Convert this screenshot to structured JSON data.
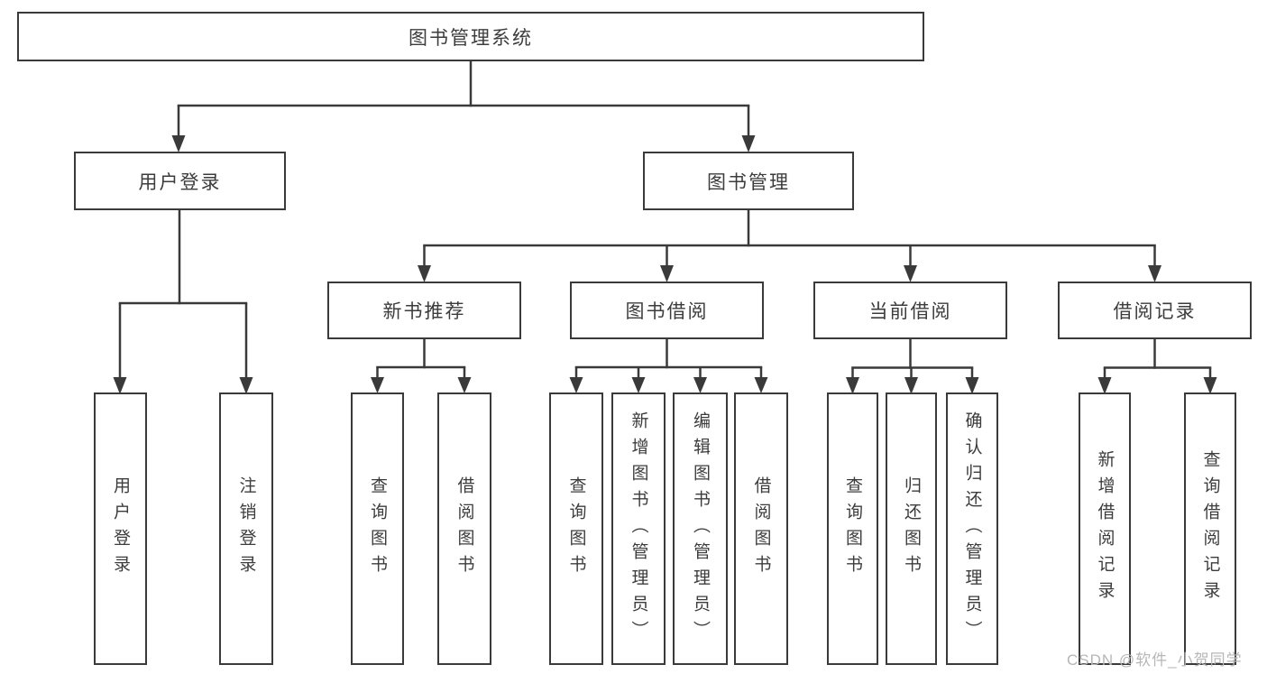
{
  "colors": {
    "line": "#3a3a3a",
    "text": "#3c3c3c",
    "watermark": "#b6b6b6",
    "background": "#ffffff"
  },
  "diagram": {
    "root": {
      "label": "图书管理系统"
    },
    "level2": [
      {
        "label": "用户登录"
      },
      {
        "label": "图书管理"
      }
    ],
    "level3": [
      {
        "label": "新书推荐"
      },
      {
        "label": "图书借阅"
      },
      {
        "label": "当前借阅"
      },
      {
        "label": "借阅记录"
      }
    ],
    "leaves": {
      "user_login": [
        {
          "label": "用户登录"
        },
        {
          "label": "注销登录"
        }
      ],
      "new_book_recommend": [
        {
          "label": "查询图书"
        },
        {
          "label": "借阅图书"
        }
      ],
      "book_borrow": [
        {
          "label": "查询图书"
        },
        {
          "label": "新增图书（管理员）"
        },
        {
          "label": "编辑图书（管理员）"
        },
        {
          "label": "借阅图书"
        }
      ],
      "current_borrow": [
        {
          "label": "查询图书"
        },
        {
          "label": "归还图书"
        },
        {
          "label": "确认归还（管理员）"
        }
      ],
      "borrow_record": [
        {
          "label": "新增借阅记录"
        },
        {
          "label": "查询借阅记录"
        }
      ]
    }
  },
  "watermark": {
    "text": "CSDN @软件_小贺同学"
  }
}
